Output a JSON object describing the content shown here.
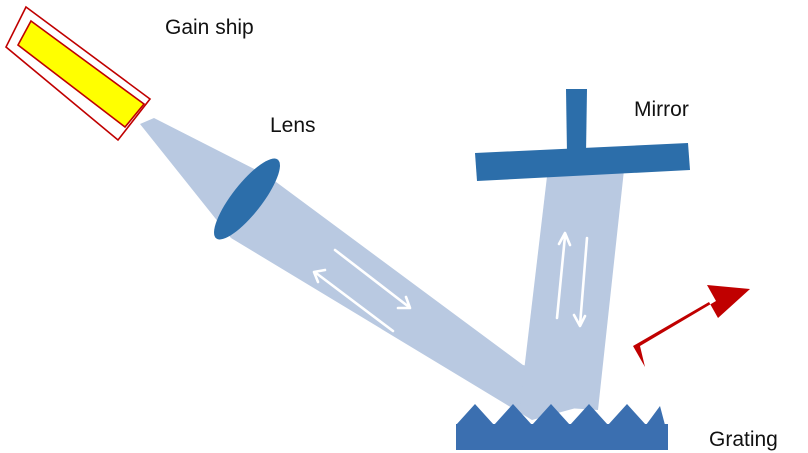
{
  "labels": {
    "gain": "Gain ship",
    "lens": "Lens",
    "mirror": "Mirror",
    "grating": "Grating"
  },
  "colors": {
    "beam": "#b9c9e1",
    "optic_blue": "#2c6eaa",
    "grating_blue": "#3b6fb0",
    "gain_fill": "#ffff00",
    "gain_outline": "#c00000",
    "output_arrow": "#c00000",
    "beam_arrows": "#ffffff"
  }
}
